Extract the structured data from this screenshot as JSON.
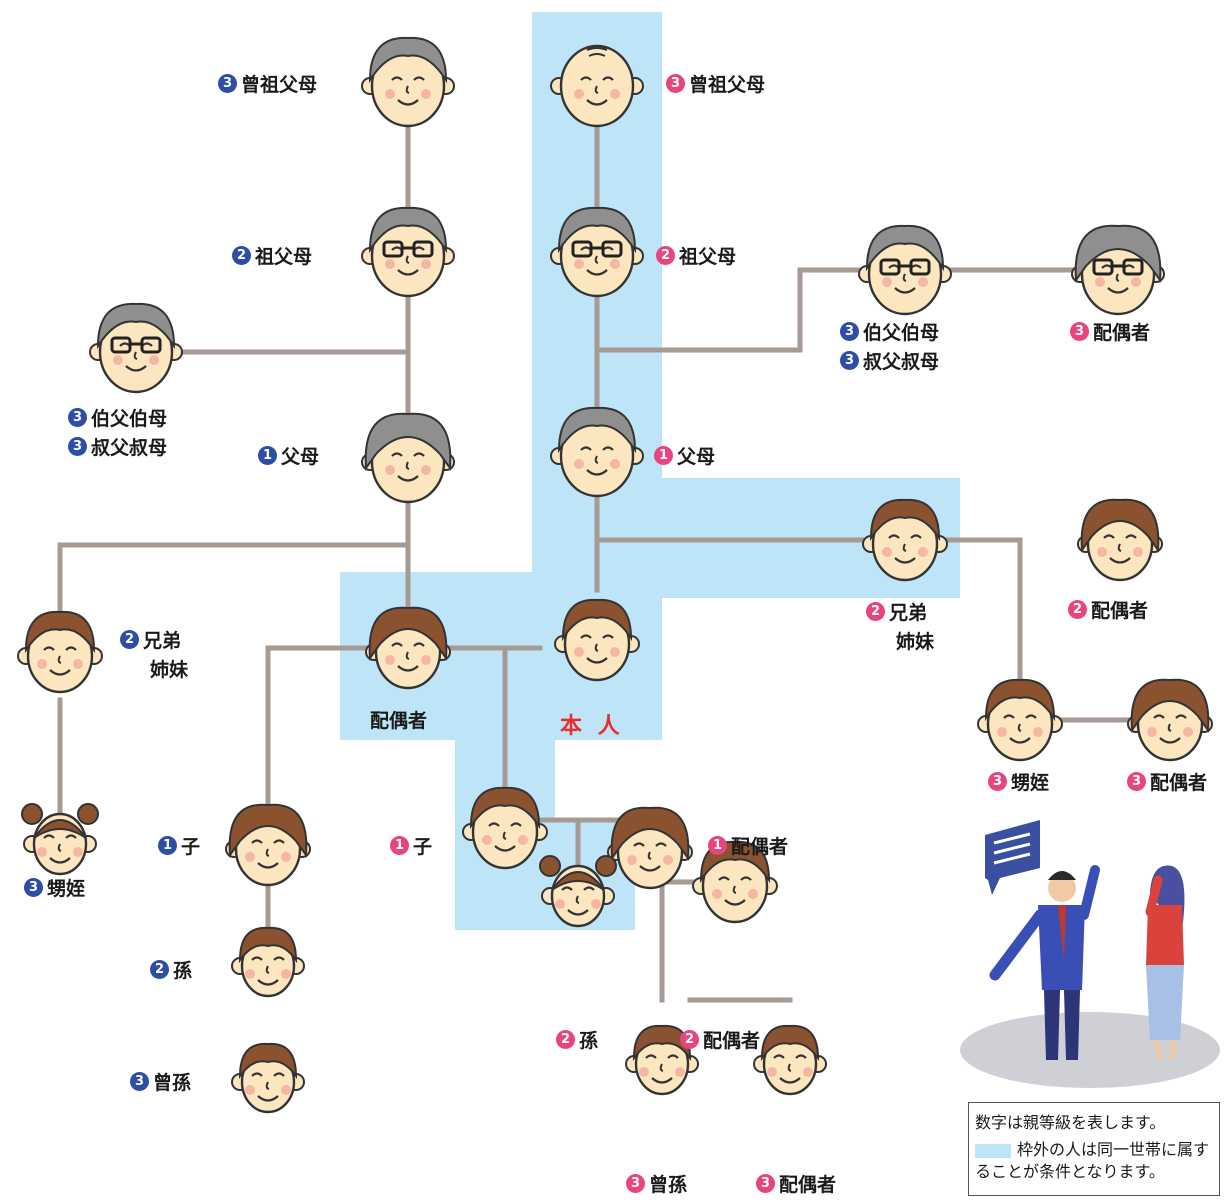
{
  "colors": {
    "household": "#bde4f7",
    "line": "#a79a95",
    "face": "#fbe6bf",
    "hair_brown": "#8b5230",
    "hair_gray": "#8f8f8f",
    "badge_household": "#e8457f",
    "badge_outside": "#2c4ea6",
    "self_label": "#e62e2e"
  },
  "people": [
    {
      "id": "p-great-grandparents-left",
      "degree": "3",
      "text": "曾祖父母",
      "face": "elder-gray",
      "group": "outside"
    },
    {
      "id": "p-great-grandparents-right",
      "degree": "3",
      "text": "曾祖父母",
      "face": "elder-bald",
      "group": "household"
    },
    {
      "id": "p-grandparents-left",
      "degree": "2",
      "text": "祖父母",
      "face": "elder-glasses",
      "group": "outside"
    },
    {
      "id": "p-grandparents-right",
      "degree": "2",
      "text": "祖父母",
      "face": "elder-glasses",
      "group": "household"
    },
    {
      "id": "p-uncle-aunt-left",
      "degree": "3",
      "text": "伯父伯母",
      "text2": "叔父叔母",
      "face": "elder-glasses",
      "group": "outside"
    },
    {
      "id": "p-uncle-aunt-right",
      "degree": "3",
      "text": "伯父伯母",
      "text2": "叔父叔母",
      "face": "elder-glasses",
      "group": "outside"
    },
    {
      "id": "p-uncle-aunt-right-spouse",
      "degree": "3",
      "text": "配偶者",
      "face": "elder-woman-glasses",
      "group": "household"
    },
    {
      "id": "p-parents-left",
      "degree": "1",
      "text": "父母",
      "face": "elder-woman",
      "group": "outside"
    },
    {
      "id": "p-parents-right",
      "degree": "1",
      "text": "父母",
      "face": "elder-man",
      "group": "household"
    },
    {
      "id": "p-sibling-right",
      "degree": "2",
      "text": "兄弟",
      "text2": "姉妹",
      "face": "young",
      "group": "household"
    },
    {
      "id": "p-sibling-right-spouse",
      "degree": "2",
      "text": "配偶者",
      "face": "young-woman",
      "group": "household"
    },
    {
      "id": "p-sibling-left",
      "degree": "2",
      "text": "兄弟",
      "text2": "姉妹",
      "face": "young",
      "group": "outside"
    },
    {
      "id": "p-spouse",
      "degree": "",
      "text": "配偶者",
      "face": "young-woman",
      "group": "plain"
    },
    {
      "id": "p-self",
      "degree": "",
      "text": "本 人",
      "face": "young",
      "group": "self"
    },
    {
      "id": "p-nephew-right",
      "degree": "3",
      "text": "甥姪",
      "face": "young",
      "group": "household"
    },
    {
      "id": "p-nephew-right-spouse",
      "degree": "3",
      "text": "配偶者",
      "face": "young-woman",
      "group": "household"
    },
    {
      "id": "p-nephew-left",
      "degree": "3",
      "text": "甥姪",
      "face": "girl-buns",
      "group": "outside"
    },
    {
      "id": "p-child-left",
      "degree": "1",
      "text": "子",
      "face": "young-woman",
      "group": "outside"
    },
    {
      "id": "p-child-right",
      "degree": "1",
      "text": "子",
      "face": "young",
      "group": "household"
    },
    {
      "id": "p-child-right-spouse",
      "degree": "1",
      "text": "配偶者",
      "face": "young-woman",
      "group": "household"
    },
    {
      "id": "p-grandchild-left",
      "degree": "2",
      "text": "孫",
      "face": "kid",
      "group": "outside"
    },
    {
      "id": "p-grandchild-right",
      "degree": "2",
      "text": "孫",
      "face": "girl-buns",
      "group": "household"
    },
    {
      "id": "p-grandchild-right-spouse",
      "degree": "2",
      "text": "配偶者",
      "face": "young",
      "group": "household"
    },
    {
      "id": "p-great-grandchild-left",
      "degree": "3",
      "text": "曾孫",
      "face": "kid-curly",
      "group": "outside"
    },
    {
      "id": "p-great-grandchild-right",
      "degree": "3",
      "text": "曾孫",
      "face": "kid",
      "group": "household"
    },
    {
      "id": "p-great-grandchild-right-spouse",
      "degree": "3",
      "text": "配偶者",
      "face": "kid-bangs",
      "group": "household"
    }
  ],
  "legend": {
    "line1": "数字は親等級を表します。",
    "line2": "枠外の人は同一世帯に属することが条件となります。"
  }
}
